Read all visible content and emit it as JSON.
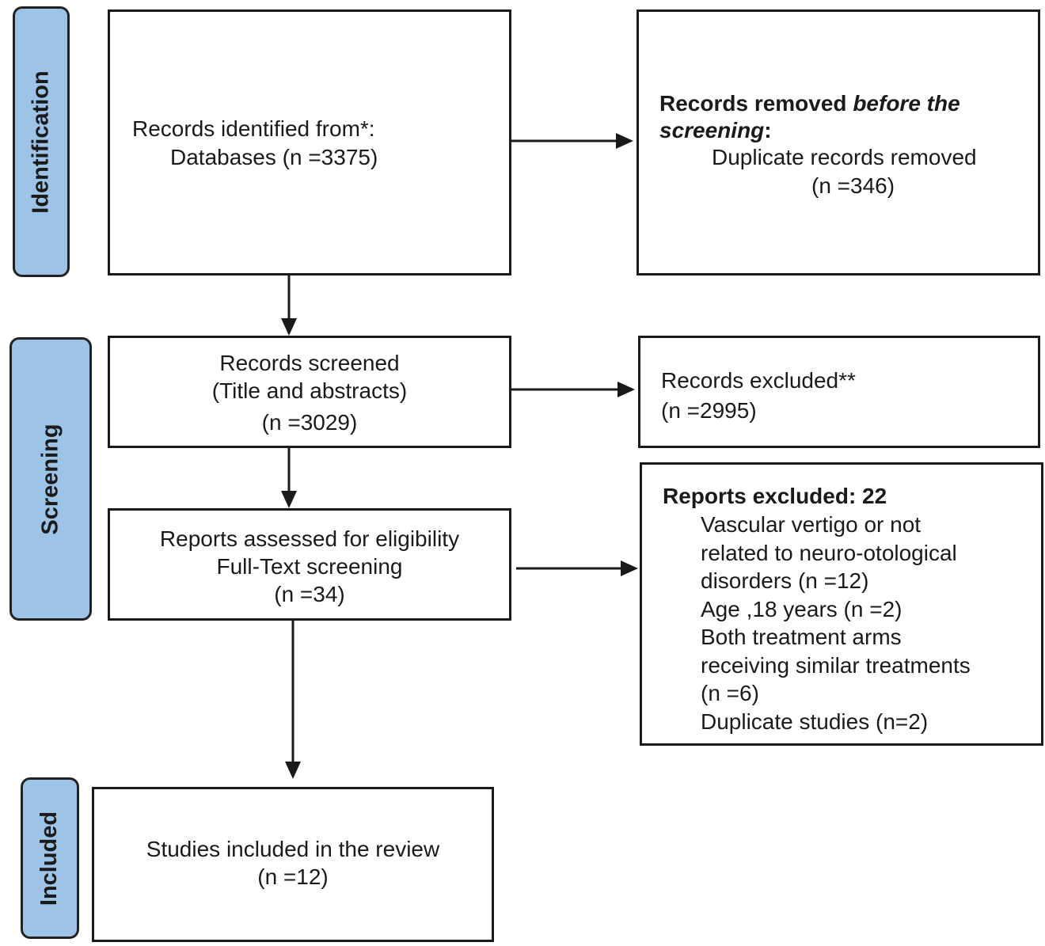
{
  "stages": {
    "identification": "Identification",
    "screening": "Screening",
    "included": "Included"
  },
  "identified": {
    "line1": "Records identified from*:",
    "line2": "Databases (n =3375)"
  },
  "removed": {
    "line1_a": "Records removed ",
    "line1_b": "before the",
    "line2_a": "screening",
    "line2_b": ":",
    "line3": "Duplicate records removed",
    "line4": "(n =346)"
  },
  "screened": {
    "line1": "Records screened",
    "line2": "(Title and abstracts)",
    "line3": "(n =3029)"
  },
  "excluded": {
    "line1": "Records excluded**",
    "line2": "(n =2995)"
  },
  "assessed": {
    "line1": "Reports assessed for eligibility",
    "line2": "Full-Text screening",
    "line3": "(n =34)"
  },
  "reports_excluded": {
    "header": "Reports excluded: 22",
    "lines": [
      "Vascular vertigo or not",
      "related to neuro-otological",
      "disorders (n =12)",
      "Age ,18 years (n =2)",
      "Both treatment arms",
      "receiving similar treatments",
      "(n =6)",
      "Duplicate studies (n=2)"
    ]
  },
  "included": {
    "line1": "Studies included in the review",
    "line2": "(n =12)"
  },
  "colors": {
    "stage_fill": "#9dc3e6",
    "border": "#1a1a1a"
  }
}
